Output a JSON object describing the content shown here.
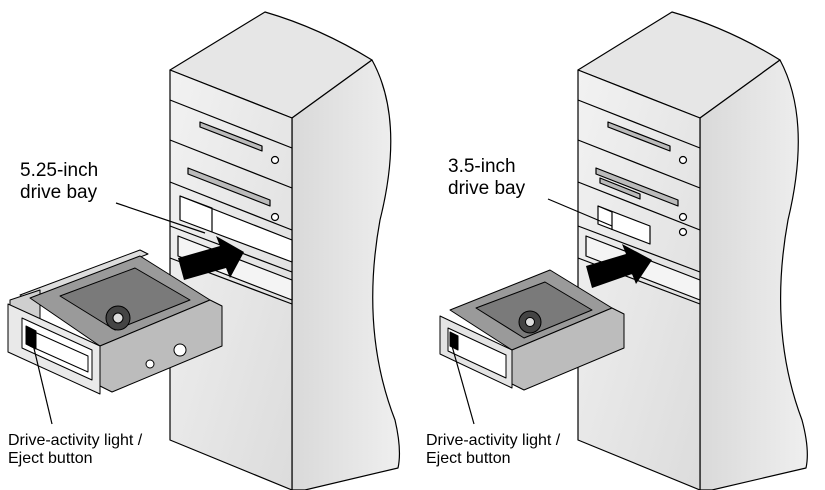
{
  "left": {
    "bay_label": [
      "5.25-inch",
      "drive bay"
    ],
    "caption": [
      "Drive-activity light /",
      "Eject button"
    ]
  },
  "right": {
    "bay_label": [
      "3.5-inch",
      "drive bay"
    ],
    "caption": [
      "Drive-activity light /",
      "Eject button"
    ]
  }
}
